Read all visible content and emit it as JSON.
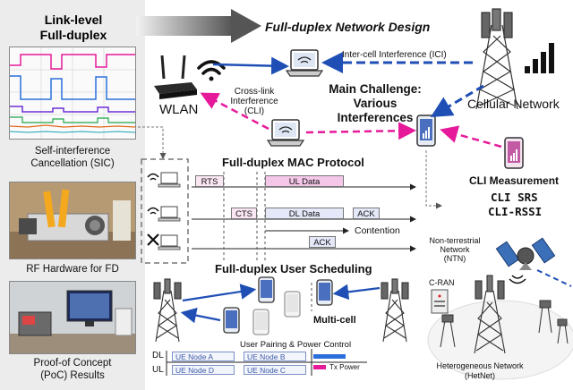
{
  "header": {
    "link_level_title": "Link-level\nFull-duplex",
    "network_title": "Full-duplex Network Design"
  },
  "left_panel": {
    "sic_caption": "Self-interference\nCancellation (SIC)",
    "rf_caption": "RF Hardware for FD",
    "poc_caption": "Proof-of Concept\n(PoC) Results"
  },
  "network": {
    "wlan_label": "WLAN",
    "cellular_label": "Cellular Network",
    "ici_label": "Inter-cell Interference (ICI)",
    "cli_label": "Cross-link\nInterference\n(CLI)",
    "main_challenge": "Main Challenge:\nVarious Interferences",
    "cli_measurement_title": "CLI Measurement",
    "cli_srs": "CLI SRS",
    "cli_rssi": "CLI-RSSI"
  },
  "mac": {
    "title": "Full-duplex MAC Protocol",
    "rts": "RTS",
    "ul_data": "UL Data",
    "cts": "CTS",
    "dl_data": "DL Data",
    "ack1": "ACK",
    "contention": "Contention",
    "ack2": "ACK"
  },
  "scheduling": {
    "title": "Full-duplex User Scheduling",
    "multi_cell": "Multi-cell",
    "pairing": "User Pairing & Power Control",
    "dl": "DL",
    "ul": "UL",
    "node_a": "UE Node A",
    "node_b": "UE Node B",
    "node_d": "UE Node D",
    "node_c": "UE Node C",
    "tx_power": "Tx Power"
  },
  "hetnet": {
    "ntn_label": "Non-terrestrial\nNetwork\n(NTN)",
    "cran_label": "C-RAN",
    "hetnet_label": "Heterogeneous Network\n(HetNet)"
  },
  "colors": {
    "accent_blue": "#1f4fb5",
    "accent_magenta": "#e6199a",
    "ul_fill": "#f4c6e8",
    "dl_fill": "#e4e8f8"
  }
}
